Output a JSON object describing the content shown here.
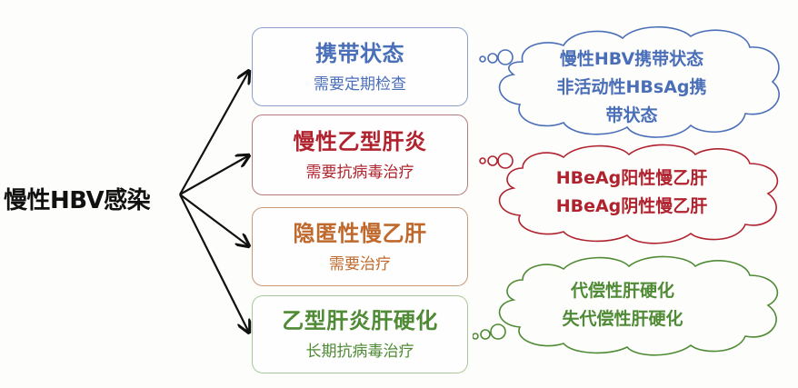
{
  "root": {
    "label": "慢性HBV感染"
  },
  "colors": {
    "blue": "#4a6fb8",
    "red": "#b0222e",
    "orange": "#c0692c",
    "green": "#4f8a35",
    "arrow": "#111111"
  },
  "categories": [
    {
      "title": "携带状态",
      "subtitle": "需要定期检查",
      "color": "#4a6fb8",
      "border": "#8c9fcc",
      "cloud": {
        "lines": [
          "慢性HBV携带状态",
          "非活动性HBsAg携",
          "带状态"
        ]
      }
    },
    {
      "title": "慢性乙型肝炎",
      "subtitle": "需要抗病毒治疗",
      "color": "#b0222e",
      "border": "#b57a7a",
      "cloud": {
        "lines": [
          "HBeAg阳性慢乙肝",
          "HBeAg阴性慢乙肝"
        ]
      }
    },
    {
      "title": "隐匿性慢乙肝",
      "subtitle": "需要治疗",
      "color": "#c0692c",
      "border": "#c89a78",
      "cloud": null
    },
    {
      "title": "乙型肝炎肝硬化",
      "subtitle": "长期抗病毒治疗",
      "color": "#4f8a35",
      "border": "#a9c79a",
      "cloud": {
        "lines": [
          "代偿性肝硬化",
          "失代偿性肝硬化"
        ]
      }
    }
  ]
}
